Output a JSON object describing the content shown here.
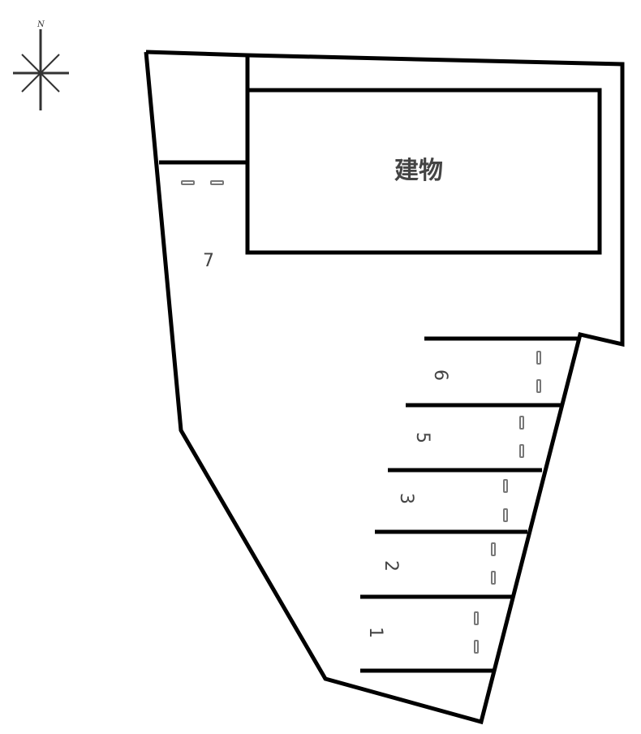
{
  "compass": {
    "label": "N",
    "icon": "compass-rose-icon"
  },
  "building": {
    "label": "建物"
  },
  "parking_spots": [
    {
      "number": "7",
      "orientation": "upright"
    },
    {
      "number": "6",
      "orientation": "rotated"
    },
    {
      "number": "5",
      "orientation": "rotated"
    },
    {
      "number": "3",
      "orientation": "rotated"
    },
    {
      "number": "2",
      "orientation": "rotated"
    },
    {
      "number": "1",
      "orientation": "rotated"
    }
  ],
  "colors": {
    "lines": "#000000",
    "text": "#444444",
    "car_stop": "#777777",
    "background": "#ffffff"
  }
}
